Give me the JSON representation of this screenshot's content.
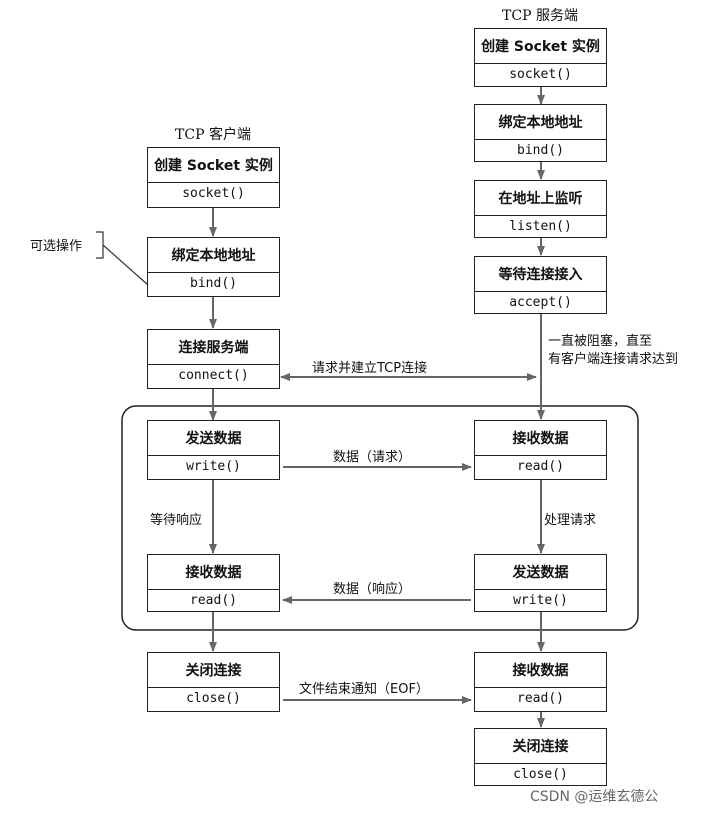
{
  "server_title": "TCP 服务端",
  "client_title": "TCP 客户端",
  "optional_label": "可选操作",
  "client": {
    "create": {
      "label": "创建 Socket 实例",
      "fn": "socket()"
    },
    "bind": {
      "label": "绑定本地地址",
      "fn": "bind()"
    },
    "connect": {
      "label": "连接服务端",
      "fn": "connect()"
    },
    "send": {
      "label": "发送数据",
      "fn": "write()"
    },
    "recv": {
      "label": "接收数据",
      "fn": "read()"
    },
    "close": {
      "label": "关闭连接",
      "fn": "close()"
    }
  },
  "server": {
    "create": {
      "label": "创建 Socket 实例",
      "fn": "socket()"
    },
    "bind": {
      "label": "绑定本地地址",
      "fn": "bind()"
    },
    "listen": {
      "label": "在地址上监听",
      "fn": "listen()"
    },
    "accept": {
      "label": "等待连接接入",
      "fn": "accept()"
    },
    "recv": {
      "label": "接收数据",
      "fn": "read()"
    },
    "send": {
      "label": "发送数据",
      "fn": "write()"
    },
    "recv_eof": {
      "label": "接收数据",
      "fn": "read()"
    },
    "close": {
      "label": "关闭连接",
      "fn": "close()"
    }
  },
  "edge_labels": {
    "connect_request": "请求并建立TCP连接",
    "blocked_line1": "一直被阻塞，直至",
    "blocked_line2": "有客户端连接请求达到",
    "data_request": "数据（请求）",
    "wait_response": "等待响应",
    "process_request": "处理请求",
    "data_response": "数据（响应）",
    "eof_notice": "文件结束通知（EOF）"
  },
  "watermark": "CSDN @运维玄德公"
}
